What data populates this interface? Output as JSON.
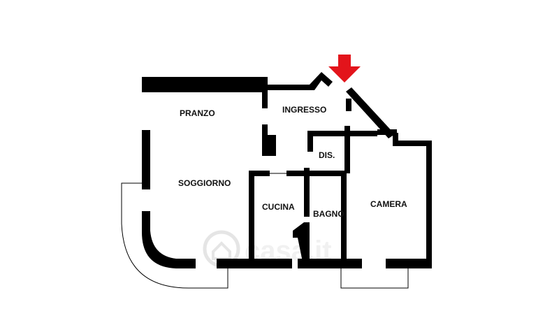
{
  "floorplan": {
    "rooms": {
      "pranzo": "PRANZO",
      "ingresso": "INGRESSO",
      "soggiorno": "SOGGIORNO",
      "dis": "DIS.",
      "cucina": "CUCINA",
      "bagno": "BAGNO",
      "camera": "CAMERA"
    },
    "watermark": "casa.it",
    "colors": {
      "wall": "#000000",
      "entry_arrow": "#e3141b",
      "watermark": "#d4d4d4",
      "background": "#ffffff"
    }
  }
}
